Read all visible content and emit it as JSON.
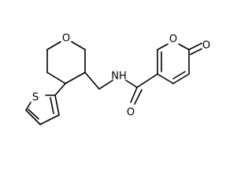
{
  "structure": {
    "atoms": {
      "oxane_oxygen": "O",
      "thiophene_sulfur": "S",
      "amide_nitrogen": "NH",
      "pyranone_ring_oxygen": "O",
      "pyranone_carbonyl_oxygen": "O",
      "amide_carbonyl_oxygen": "O"
    }
  }
}
